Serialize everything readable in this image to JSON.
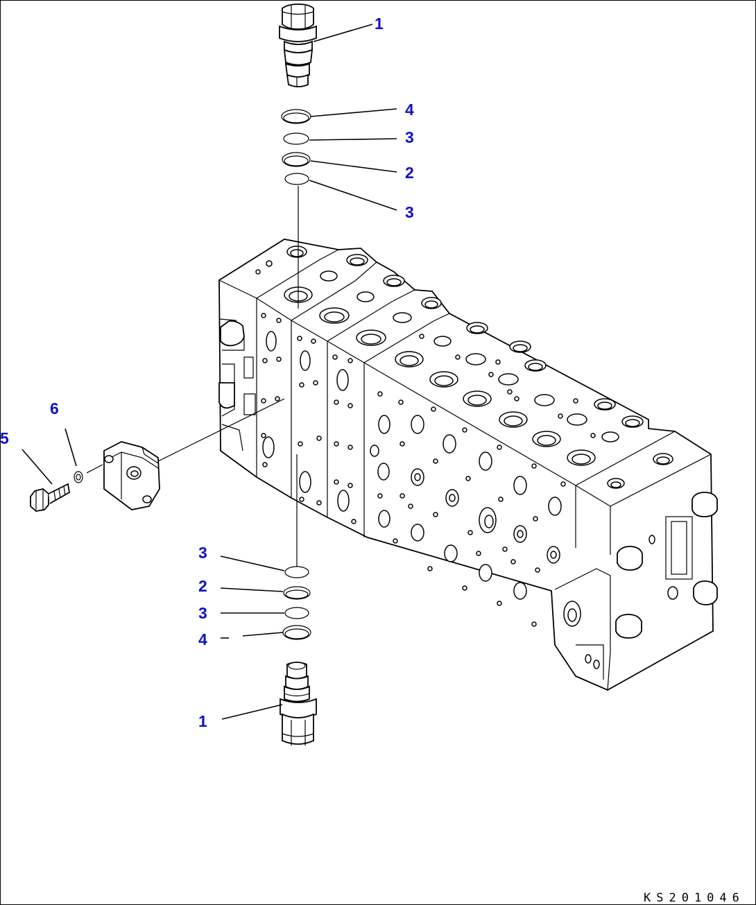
{
  "drawing_code": "KS201046",
  "callouts": [
    {
      "label": "1"
    },
    {
      "label": "4"
    },
    {
      "label": "3"
    },
    {
      "label": "2"
    },
    {
      "label": "3"
    },
    {
      "label": "6"
    },
    {
      "label": "5"
    },
    {
      "label": "3"
    },
    {
      "label": "2"
    },
    {
      "label": "3"
    },
    {
      "label": "4"
    },
    {
      "label": "1"
    }
  ],
  "colors": {
    "callout": "#1010c8",
    "line": "#000000",
    "background": "#ffffff"
  }
}
